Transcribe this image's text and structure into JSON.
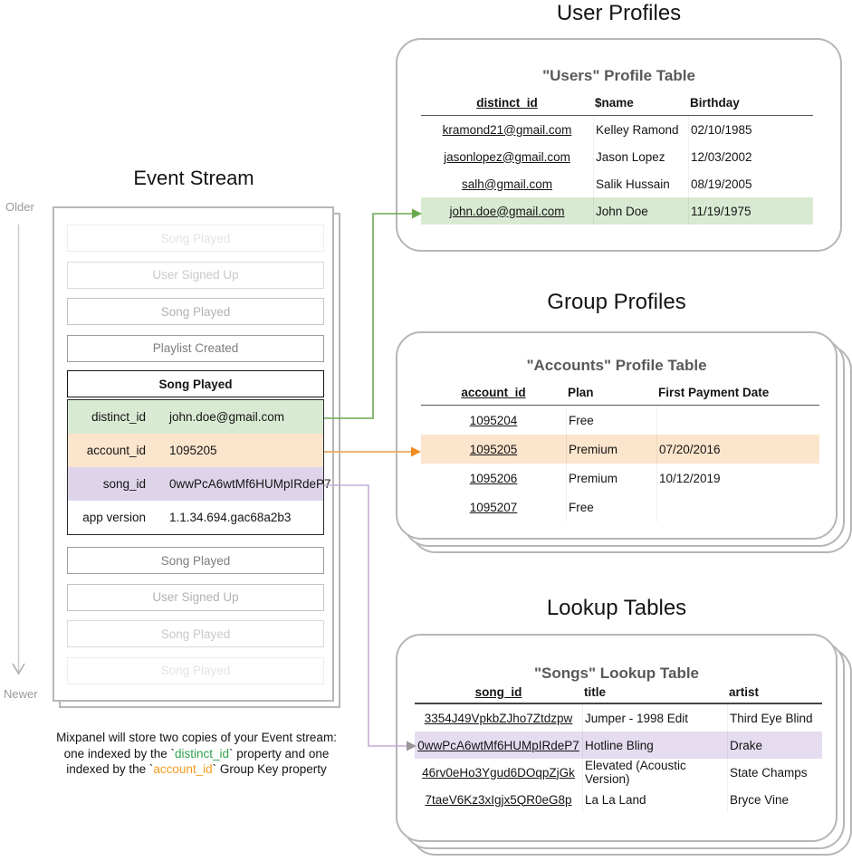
{
  "event_stream": {
    "title": "Event Stream",
    "older_label": "Older",
    "newer_label": "Newer",
    "events_before": [
      {
        "label": "Song Played",
        "fade": 1
      },
      {
        "label": "User Signed Up",
        "fade": 2
      },
      {
        "label": "Song Played",
        "fade": 3
      },
      {
        "label": "Playlist Created",
        "fade": 4
      }
    ],
    "expanded_event": {
      "name": "Song Played",
      "properties": [
        {
          "key": "distinct_id",
          "value": "john.doe@gmail.com",
          "highlight": "green"
        },
        {
          "key": "account_id",
          "value": "1095205",
          "highlight": "orange"
        },
        {
          "key": "song_id",
          "value": "0wwPcA6wtMf6HUMpIRdeP7",
          "highlight": "purple"
        },
        {
          "key": "app version",
          "value": "1.1.34.694.gac68a2b3",
          "highlight": "none"
        }
      ]
    },
    "events_after": [
      {
        "label": "Song Played",
        "fade": 4
      },
      {
        "label": "User Signed Up",
        "fade": 3
      },
      {
        "label": "Song Played",
        "fade": 2
      },
      {
        "label": "Song Played",
        "fade": 1
      }
    ],
    "caption_lines": [
      [
        {
          "t": "Mixpanel will store two copies of your Event stream:"
        }
      ],
      [
        {
          "t": "one indexed by the `"
        },
        {
          "t": "distinct_id",
          "c": "green"
        },
        {
          "t": "` property and one"
        }
      ],
      [
        {
          "t": "indexed by the `"
        },
        {
          "t": "account_id",
          "c": "orange"
        },
        {
          "t": "` Group Key property"
        }
      ]
    ]
  },
  "sections": {
    "user_profiles": {
      "title": "User Profiles",
      "table_title": "\"Users\" Profile Table",
      "columns": [
        "distinct_id",
        "$name",
        "Birthday"
      ],
      "rows": [
        [
          "kramond21@gmail.com",
          "Kelley Ramond",
          "02/10/1985"
        ],
        [
          "jasonlopez@gmail.com",
          "Jason Lopez",
          "12/03/2002"
        ],
        [
          "salh@gmail.com",
          "Salik Hussain",
          "08/19/2005"
        ],
        [
          "john.doe@gmail.com",
          "John Doe",
          "11/19/1975"
        ]
      ],
      "highlighted_row": 3,
      "highlight_color": "#d9ead3"
    },
    "group_profiles": {
      "title": "Group Profiles",
      "table_title": "\"Accounts\" Profile Table",
      "columns": [
        "account_id",
        "Plan",
        "First Payment Date"
      ],
      "rows": [
        [
          "1095204",
          "Free",
          ""
        ],
        [
          "1095205",
          "Premium",
          "07/20/2016"
        ],
        [
          "1095206",
          "Premium",
          "10/12/2019"
        ],
        [
          "1095207",
          "Free",
          ""
        ]
      ],
      "highlighted_row": 1,
      "highlight_color": "#fce5cd"
    },
    "lookup_tables": {
      "title": "Lookup Tables",
      "table_title": "\"Songs\" Lookup Table",
      "columns": [
        "song_id",
        "title",
        "artist"
      ],
      "rows": [
        [
          "3354J49VpkbZJho7Ztdzpw",
          "Jumper - 1998 Edit",
          "Third Eye Blind"
        ],
        [
          "0wwPcA6wtMf6HUMpIRdeP7",
          "Hotline Bling",
          "Drake"
        ],
        [
          "46rv0eHo3Ygud6DOqpZjGk",
          "Elevated (Acoustic Version)",
          "State Champs"
        ],
        [
          "7taeV6Kz3xIgjx5QR0eG8p",
          "La La Land",
          "Bryce Vine"
        ]
      ],
      "highlighted_row": 1,
      "highlight_color": "#e5dcf0"
    }
  },
  "colors": {
    "green_bg": "#d9ead3",
    "orange_bg": "#fce5cd",
    "purple_bg": "#ded4ea",
    "green_line": "#6aa84f",
    "orange_line": "#e8a95b",
    "orange_arrow": "#ee8c1f",
    "purple_line": "#c3aed6",
    "gray_arrow": "#98959d",
    "axis_gray": "#cccccc",
    "axis_arrow_gray": "#aaaaaa",
    "green_text": "#31a24c",
    "orange_text": "#f59b20"
  }
}
